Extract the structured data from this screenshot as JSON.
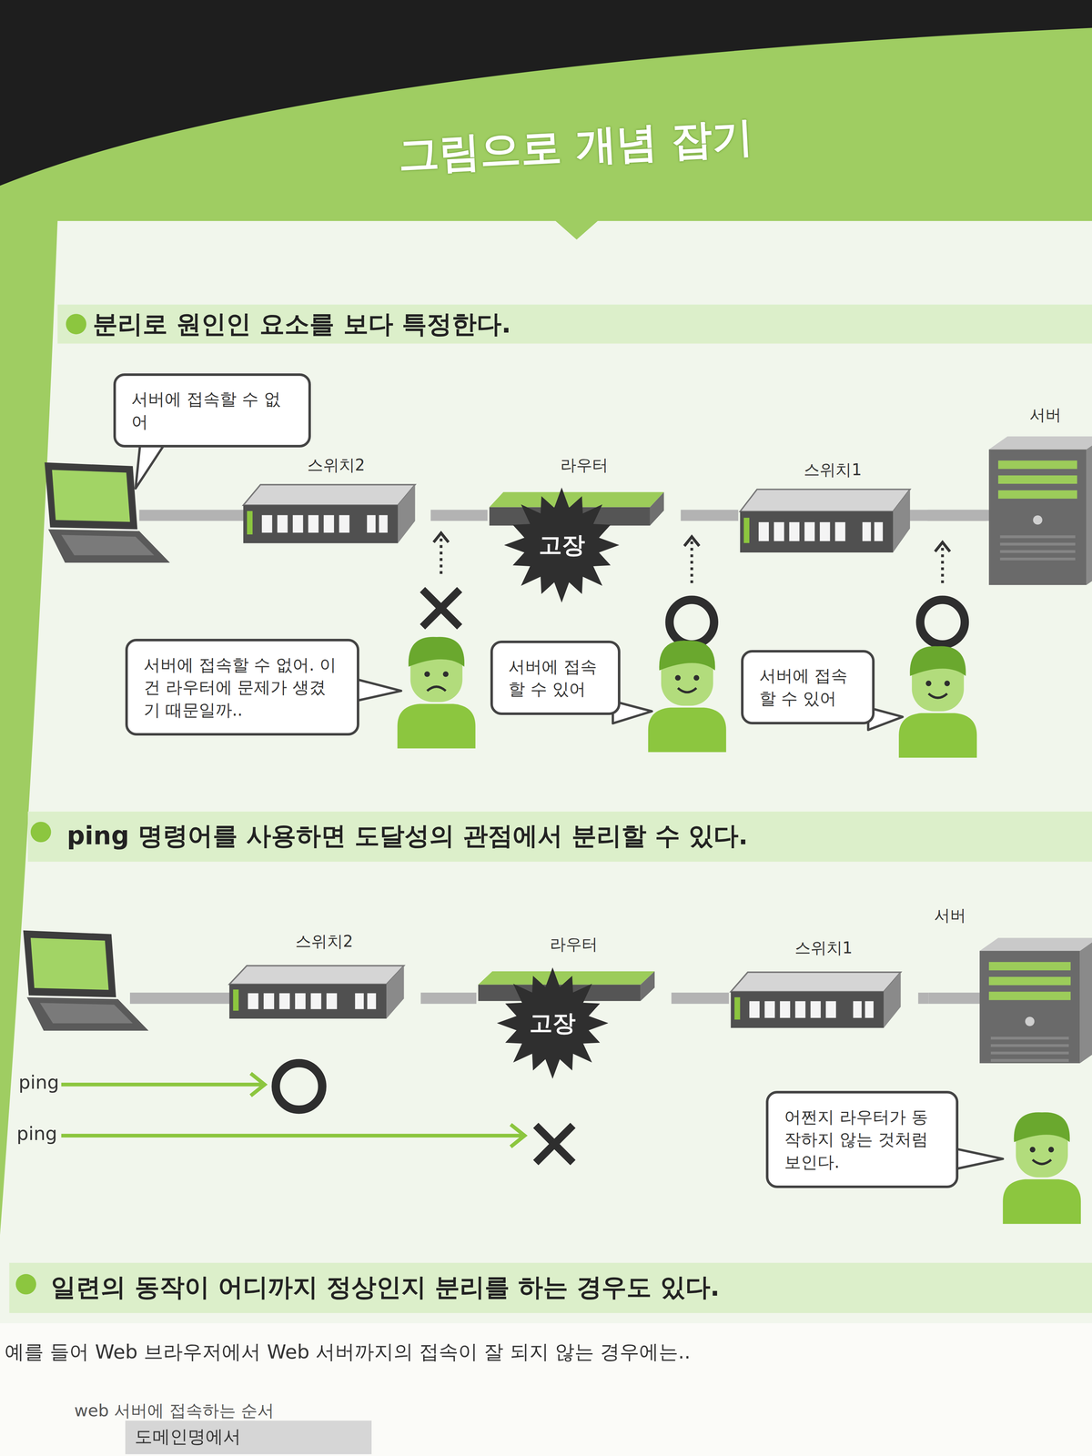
{
  "diagram": {
    "title": "그림으로 개념 잡기",
    "nodes": [
      {
        "text": [
          "서버에 접속할 수 없어"
        ]
      },
      {
        "text": [
          "스위치2"
        ]
      },
      {
        "text": [
          "라우터"
        ]
      },
      {
        "text": [
          "고장"
        ],
        "in": 2
      },
      {
        "text": [
          "스위치1"
        ]
      },
      {
        "text": [
          "서버"
        ]
      },
      {
        "text": [
          "서버에 접속할 수 없어. 이건 라우터에 문제가 생겼기 때문일까.."
        ]
      },
      {
        "text": [
          "서버에 접속할 수 있어"
        ]
      },
      {
        "text": [
          "서버에 접속할 수 있어"
        ]
      },
      {
        "text": [
          "스위치2"
        ]
      },
      {
        "text": [
          "라우터"
        ]
      },
      {
        "text": [
          "고장"
        ],
        "in": 10
      },
      {
        "text": [
          "스위치1"
        ]
      },
      {
        "text": [
          "서버"
        ]
      },
      {
        "text": [
          "어쩐지 라우터가 동작하지 않는 것처럼 보인다."
        ]
      },
      {
        "text": [
          "도메인명에서"
        ]
      }
    ],
    "edges": [
      {
        "from": 1,
        "to": 2,
        "arrow": "none"
      },
      {
        "from": 2,
        "to": 4,
        "arrow": "none"
      },
      {
        "from": 4,
        "to": 5,
        "arrow": "none"
      },
      {
        "from": 9,
        "to": 10,
        "arrow": "none"
      },
      {
        "from": 10,
        "to": 12,
        "arrow": "none"
      },
      {
        "from": 12,
        "to": 13,
        "arrow": "none"
      }
    ],
    "labels": [
      "분리로 원인인 요소를 보다 특정한다.",
      "ping 명령어를 사용하면 도달성의 관점에서 분리할 수 있다.",
      "ping",
      "ping",
      "일련의 동작이 어디까지 정상인지 분리를 하는 경우도 있다.",
      "예를 들어 Web 브라우저에서 Web 서버까지의 접속이 잘 되지 않는 경우에는..",
      "web 서버에 접속하는 순서"
    ]
  }
}
